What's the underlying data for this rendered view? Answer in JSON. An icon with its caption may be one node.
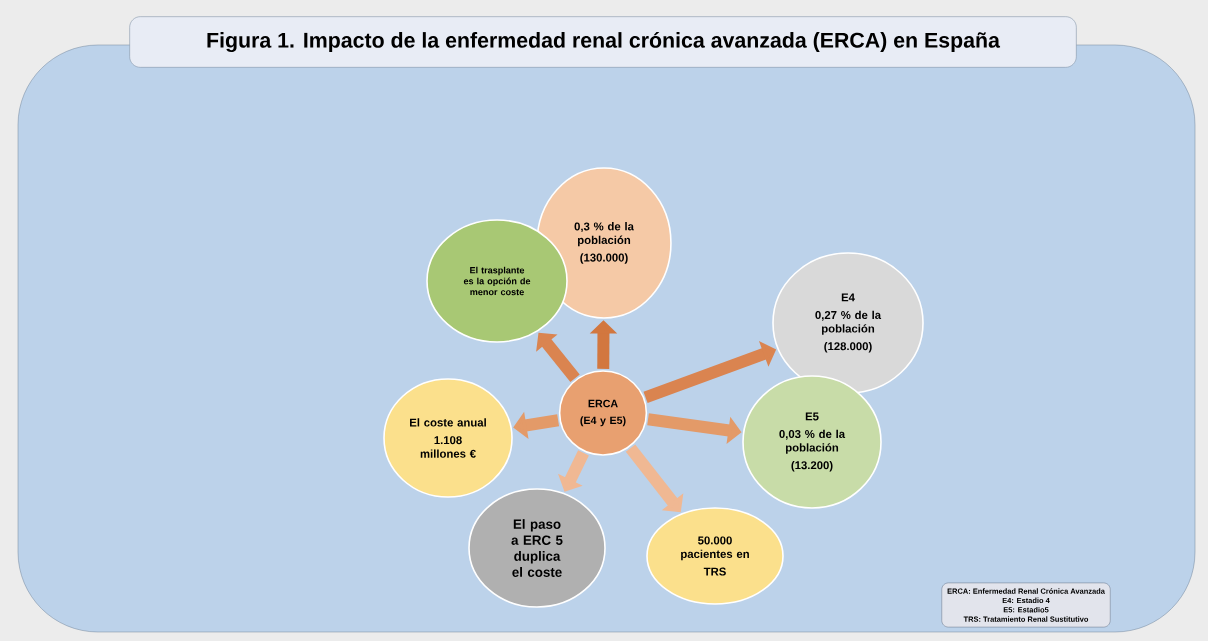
{
  "diagram": {
    "title": "Figura 1. Impacto de la enfermedad renal crónica avanzada (ERCA) en España",
    "nodes": [
      {
        "text": [
          "ERCA",
          "(E4 y E5)"
        ]
      },
      {
        "text": [
          "0,3 % de la población",
          "(130.000)"
        ]
      },
      {
        "text": [
          "E4",
          "0,27 % de la población",
          "(128.000)"
        ]
      },
      {
        "text": [
          "E5",
          "0,03 % de la población",
          "(13.200)"
        ]
      },
      {
        "text": [
          "50.000 pacientes en",
          "TRS"
        ]
      },
      {
        "text": [
          "El paso a ERC 5 duplica el coste"
        ]
      },
      {
        "text": [
          "El coste anual",
          "1.108 millones €"
        ]
      },
      {
        "text": [
          "El  trasplante es la opción de menor coste"
        ]
      },
      {
        "text": [
          "ERCA: Enfermedad Renal Crónica Avanzada",
          "E4:  Estadio 4",
          "E5:  Estadio5",
          "TRS: Tratamiento Renal Sustitutivo"
        ]
      }
    ],
    "edges": [
      {
        "from": 0,
        "to": 1,
        "arrow": "to",
        "color": "#d2773f"
      },
      {
        "from": 0,
        "to": 2,
        "arrow": "to",
        "color": "#da8450"
      },
      {
        "from": 0,
        "to": 3,
        "arrow": "to",
        "color": "#e39a68"
      },
      {
        "from": 0,
        "to": 4,
        "arrow": "to",
        "color": "#f0b893"
      },
      {
        "from": 0,
        "to": 5,
        "arrow": "to",
        "color": "#f0b893"
      },
      {
        "from": 0,
        "to": 6,
        "arrow": "to",
        "color": "#e39a68"
      },
      {
        "from": 0,
        "to": 7,
        "arrow": "to",
        "color": "#da8450"
      }
    ]
  }
}
